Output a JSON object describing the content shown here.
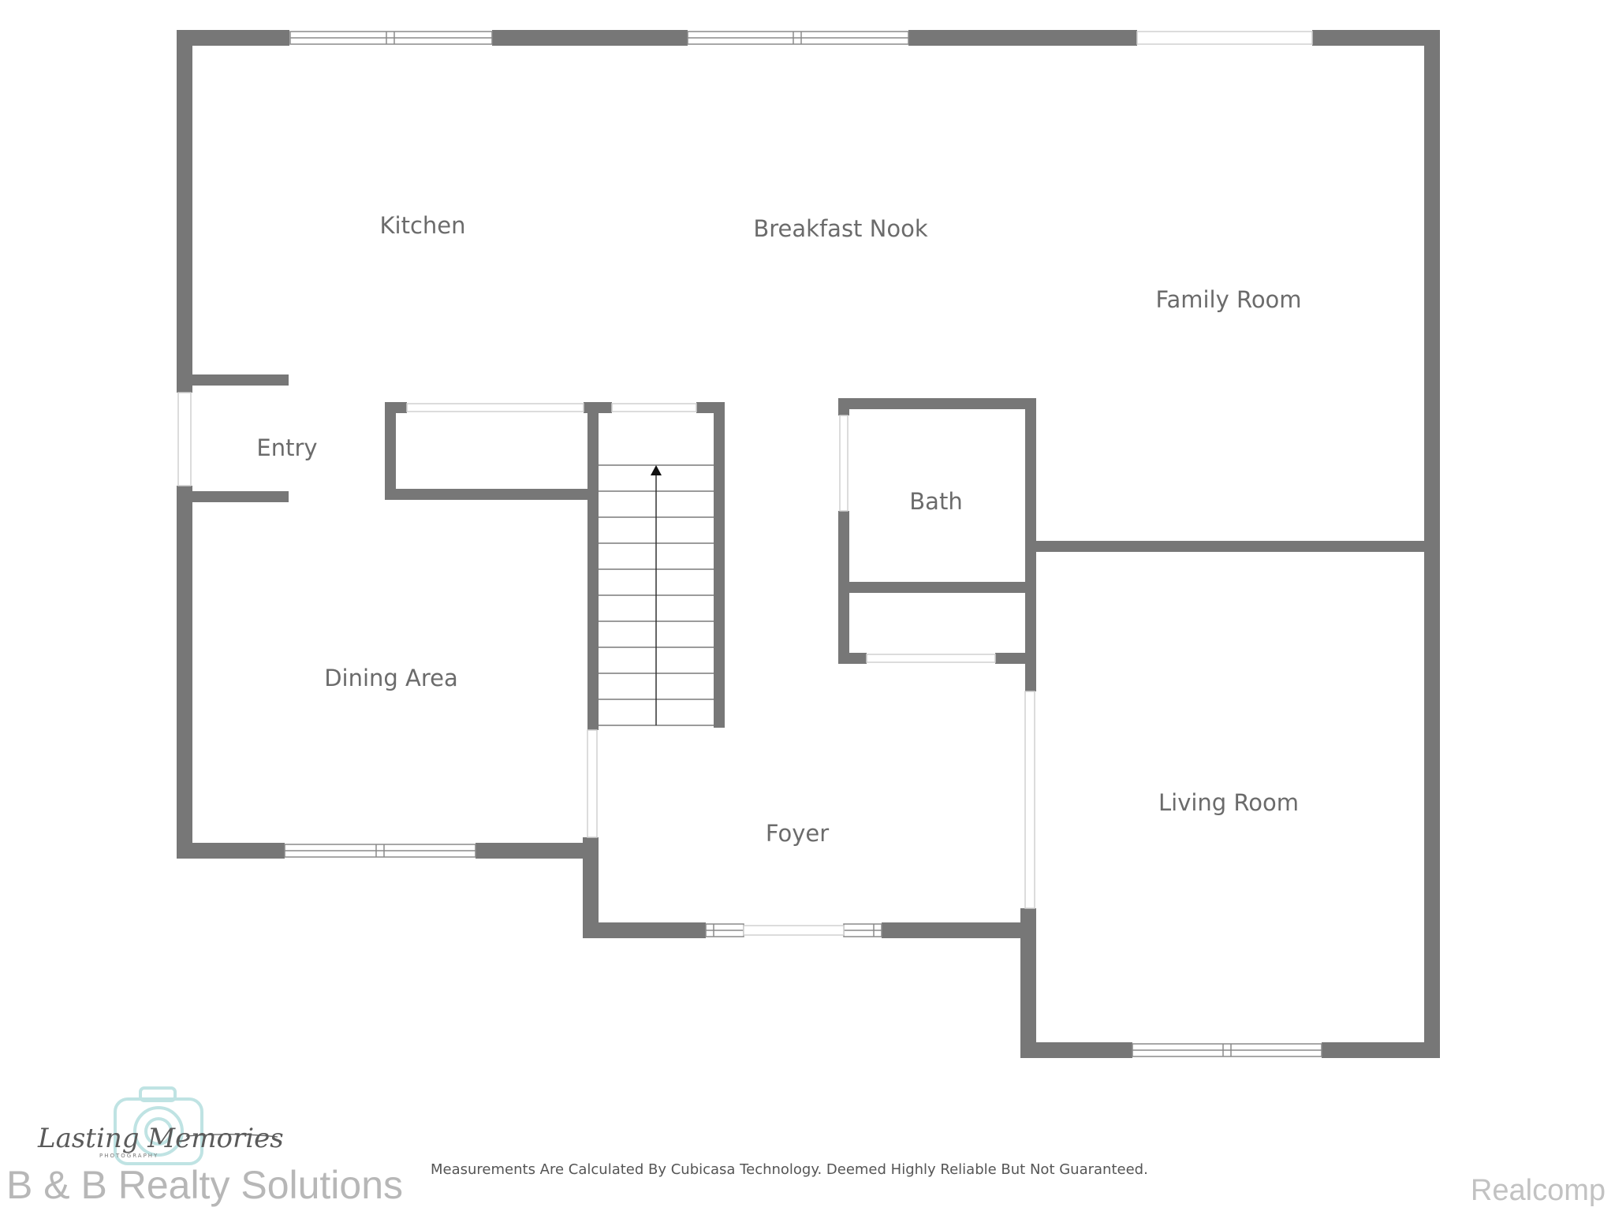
{
  "rooms": {
    "kitchen": "Kitchen",
    "breakfast_nook": "Breakfast Nook",
    "family_room": "Family Room",
    "entry": "Entry",
    "bath": "Bath",
    "dining_area": "Dining Area",
    "foyer": "Foyer",
    "living_room": "Living Room"
  },
  "footer": {
    "disclaimer": "Measurements Are Calculated By Cubicasa Technology. Deemed Highly Reliable But Not Guaranteed.",
    "agency": "B & B Realty Solutions",
    "mls": "Realcomp"
  },
  "logo": {
    "script": "Lasting Memories",
    "subtitle": "PHOTOGRAPHY"
  },
  "colors": {
    "wall": "#777777",
    "window": "#8a8a8a",
    "text": "#6b6b6b",
    "logo_accent": "#bfe3e3"
  }
}
